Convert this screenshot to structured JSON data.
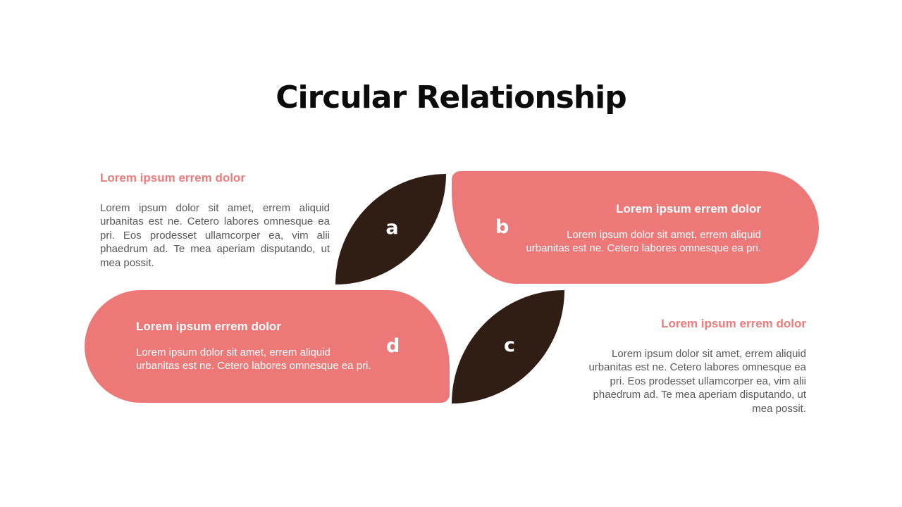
{
  "title": "Circular Relationship",
  "colors": {
    "pink": "#ED7878",
    "brown": "#301E15",
    "accent_heading": "#EF7B7B",
    "body_gray": "#595959",
    "title_black": "#0B0B0B"
  },
  "outer_blocks": [
    {
      "position": "top-left",
      "heading": "Lorem ipsum errem dolor",
      "body": "Lorem ipsum dolor sit amet, errem aliquid urbanitas est ne. Cetero labores omnesque ea pri. Eos prodesset ullamcorper ea, vim alii phaedrum ad. Te mea aperiam disputando, ut mea possit."
    },
    {
      "position": "bottom-right",
      "heading": "Lorem ipsum errem dolor",
      "body": "Lorem ipsum dolor sit amet, errem aliquid urbanitas est ne. Cetero labores omnesque ea pri. Eos prodesset ullamcorper ea, vim alii phaedrum ad. Te mea aperiam disputando, ut mea possit."
    }
  ],
  "petals": [
    {
      "letter": "a",
      "type": "leaf"
    },
    {
      "letter": "b",
      "type": "pill",
      "heading": "Lorem ipsum errem dolor",
      "body": "Lorem ipsum dolor sit amet, errem aliquid urbanitas est ne. Cetero labores omnesque ea pri."
    },
    {
      "letter": "c",
      "type": "leaf"
    },
    {
      "letter": "d",
      "type": "pill",
      "heading": "Lorem ipsum errem dolor",
      "body": "Lorem ipsum dolor sit amet, errem aliquid urbanitas est ne. Cetero labores omnesque ea pri."
    }
  ]
}
